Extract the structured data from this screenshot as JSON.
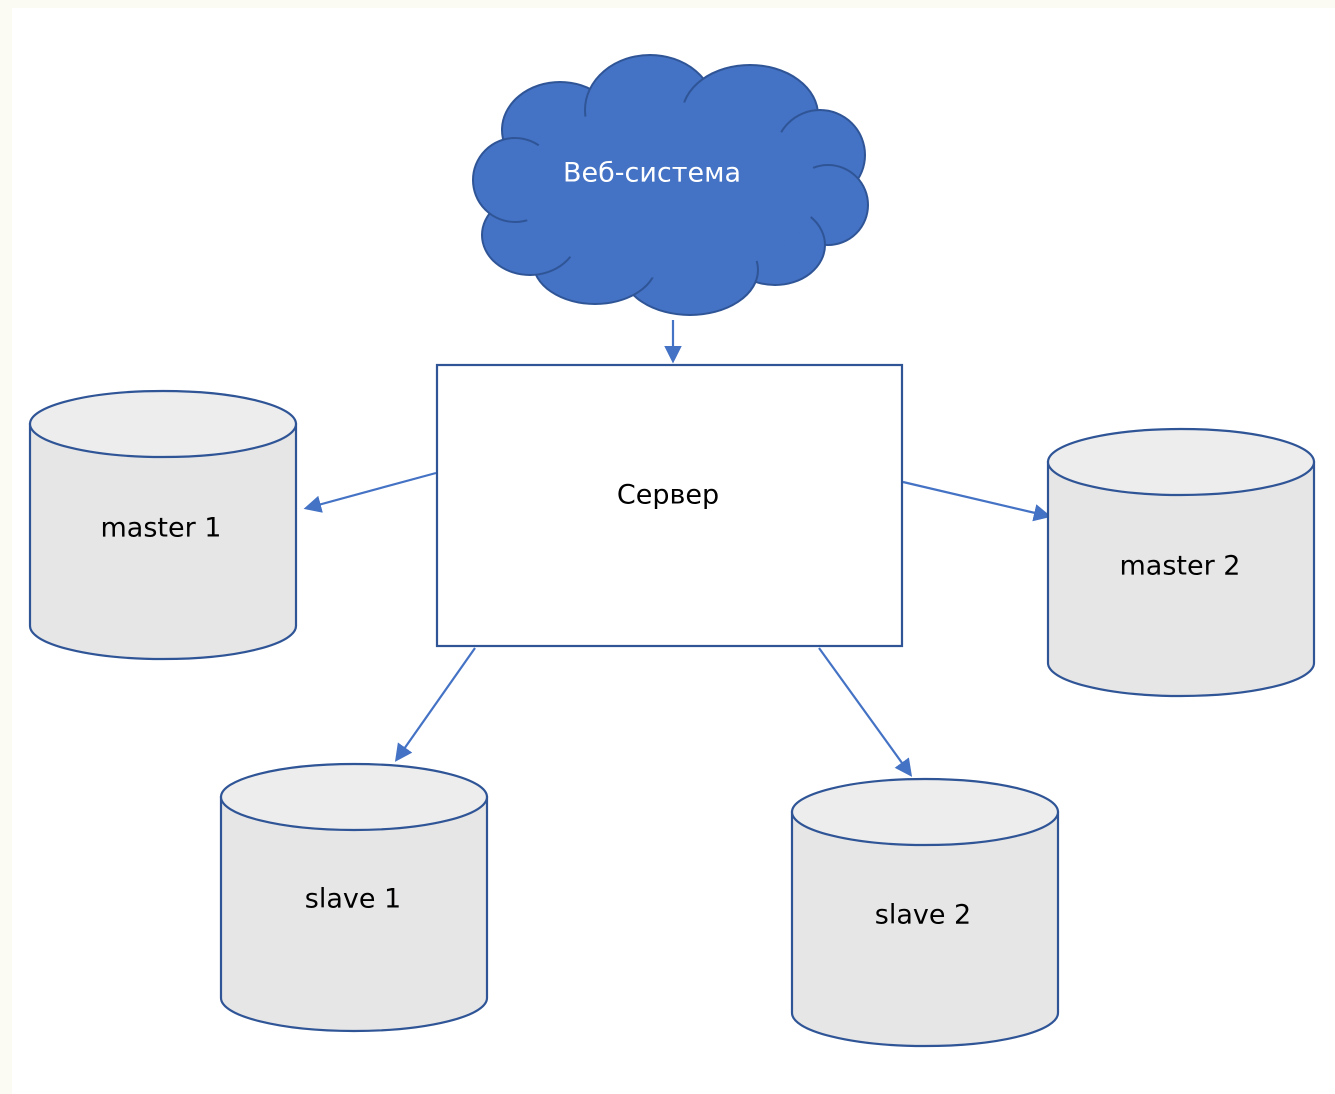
{
  "diagram": {
    "cloud": {
      "label": "Веб-система"
    },
    "server": {
      "label": "Сервер"
    },
    "databases": [
      {
        "id": "master1",
        "label": "master 1"
      },
      {
        "id": "master2",
        "label": "master 2"
      },
      {
        "id": "slave1",
        "label": "slave 1"
      },
      {
        "id": "slave2",
        "label": "slave 2"
      }
    ]
  },
  "colors": {
    "background": "#fbfbf3",
    "canvas": "#ffffff",
    "cloud_fill": "#4472c4",
    "cloud_stroke": "#2f5597",
    "connector": "#4472c4",
    "db_body": "#e7e6e6",
    "db_top": "#ededed",
    "db_stroke": "#2f5597",
    "server_fill": "#ffffff",
    "server_stroke": "#2f5597"
  },
  "connections": [
    {
      "from": "Веб-система",
      "to": "Сервер"
    },
    {
      "from": "Сервер",
      "to": "master 1"
    },
    {
      "from": "Сервер",
      "to": "master 2"
    },
    {
      "from": "Сервер",
      "to": "slave 1"
    },
    {
      "from": "Сервер",
      "to": "slave 2"
    }
  ]
}
